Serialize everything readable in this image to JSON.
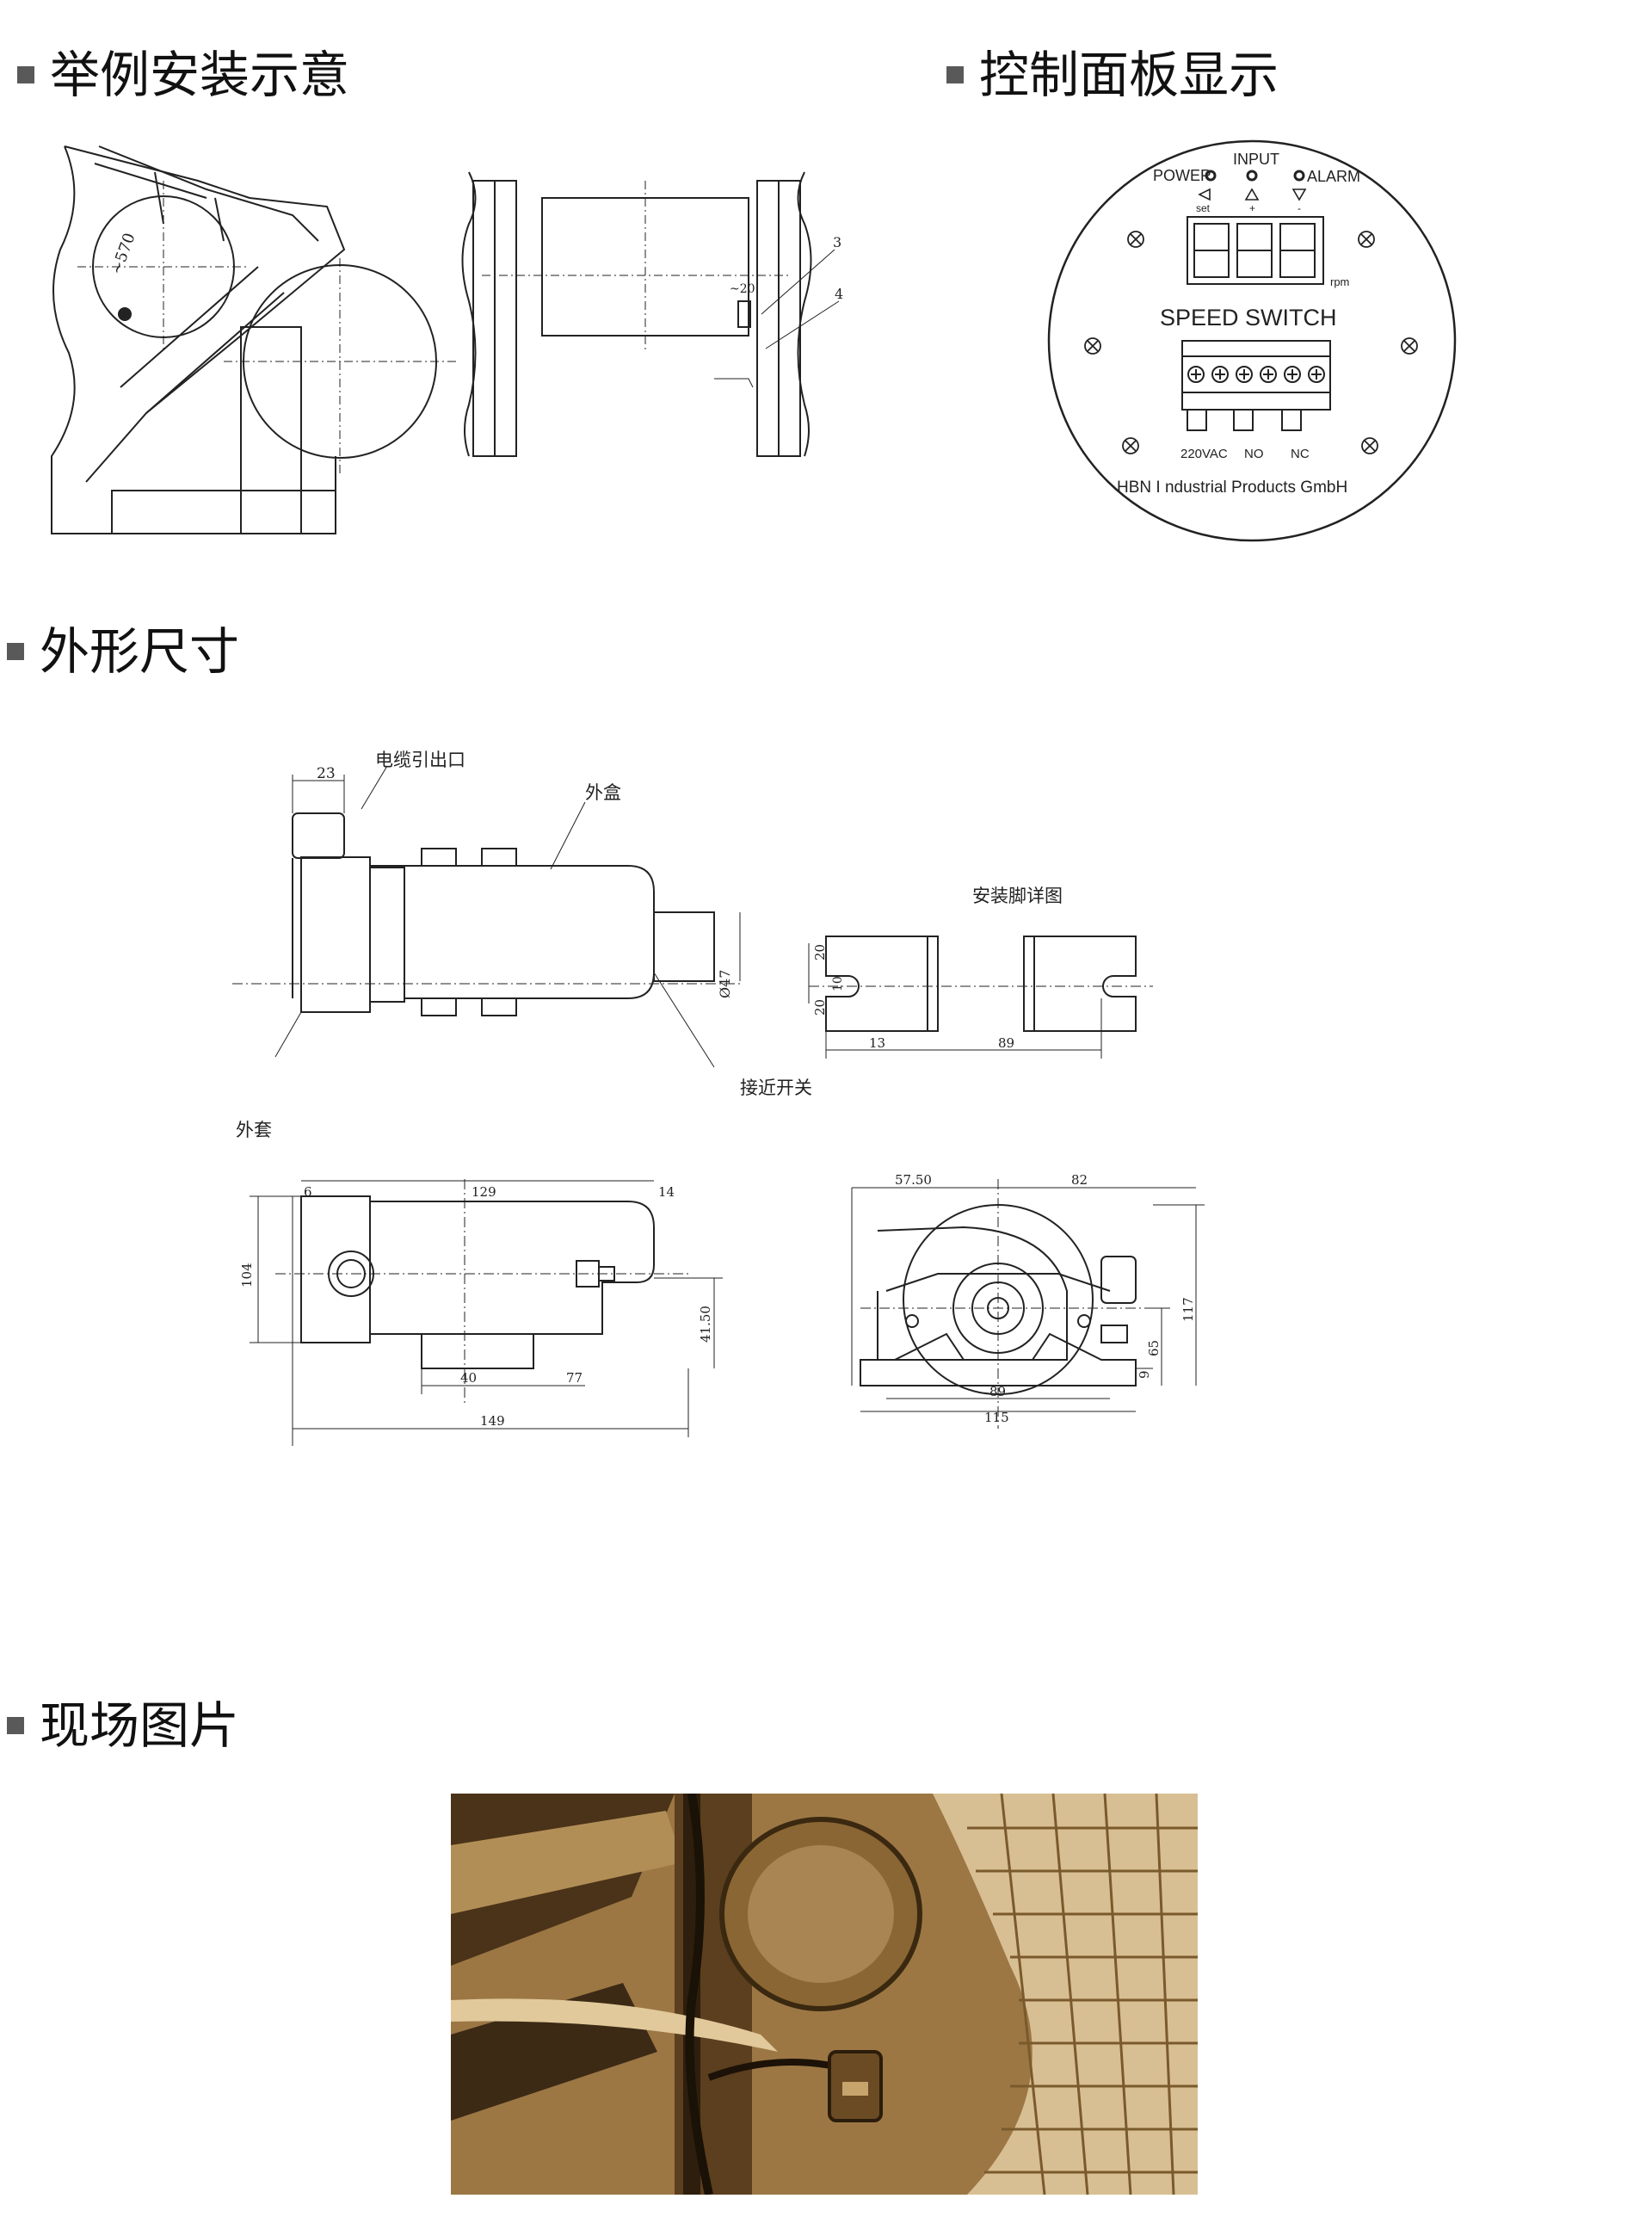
{
  "sections": {
    "install_example": "举例安装示意",
    "control_panel": "控制面板显示",
    "dimensions": "外形尺寸",
    "site_photo": "现场图片"
  },
  "install_drawing": {
    "dim_570": "~570",
    "dim_20": "~20",
    "callout_3": "3",
    "callout_4": "4"
  },
  "panel": {
    "power": "POWER",
    "input": "INPUT",
    "alarm": "ALARM",
    "set": "set",
    "plus": "+",
    "minus": "-",
    "rpm": "rpm",
    "title": "SPEED  SWITCH",
    "term_220": "220VAC",
    "term_no": "NO",
    "term_nc": "NC",
    "maker": "HBN I ndustrial Products GmbH"
  },
  "dims": {
    "d23": "23",
    "cable_outlet": "电缆引出口",
    "outer_box": "外盒",
    "mount_detail": "安装脚详图",
    "dia47": "Ø47",
    "proximity": "接近开关",
    "sleeve": "外套",
    "f20a": "20",
    "f10": "10",
    "f20b": "20",
    "f13": "13",
    "f89": "89",
    "s6": "6",
    "s129": "129",
    "s14": "14",
    "s104": "104",
    "s41_50": "41.50",
    "s40": "40",
    "s77": "77",
    "s149": "149",
    "e57_50": "57.50",
    "e82": "82",
    "e117": "117",
    "e65": "65",
    "e9": "9",
    "e89": "89",
    "e115": "115"
  },
  "colors": {
    "bullet": "#595959",
    "line": "#222222"
  }
}
